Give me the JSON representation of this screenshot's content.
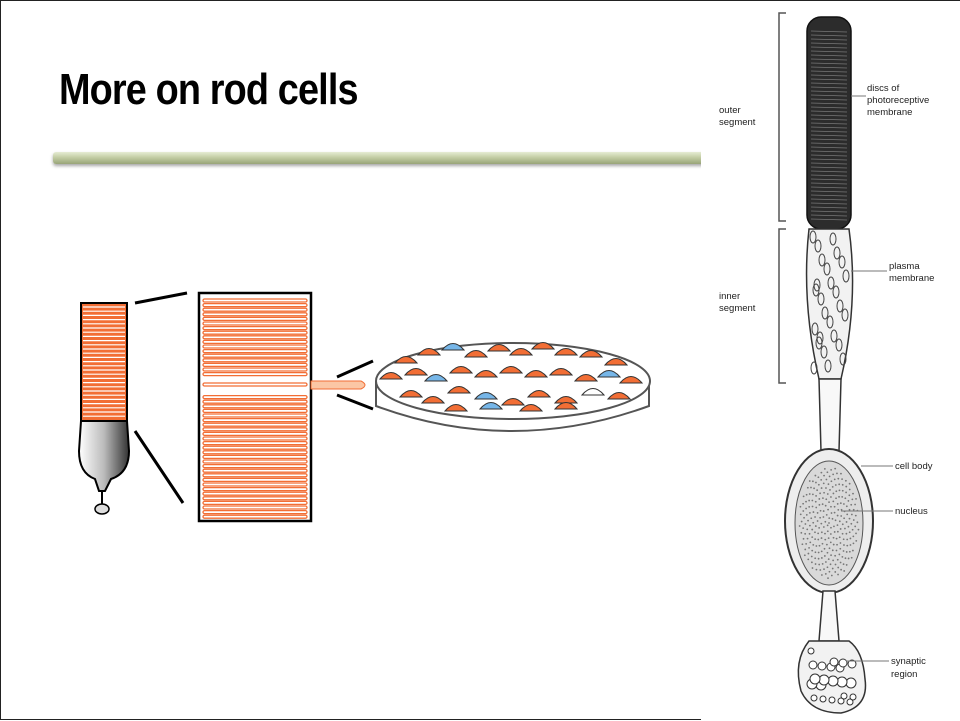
{
  "slide": {
    "title": "More on rod cells"
  },
  "labels": {
    "discs_line1": "discs of",
    "discs_line2": "photoreceptive",
    "discs_line3": "membrane",
    "outer_line1": "outer",
    "outer_line2": "segment",
    "plasma_line1": "plasma",
    "plasma_line2": "membrane",
    "inner_line1": "inner",
    "inner_line2": "segment",
    "cell_body": "cell body",
    "nucleus": "nucleus",
    "synaptic_line1": "synaptic",
    "synaptic_line2": "region"
  },
  "colors": {
    "disc_orange": "#f26e35",
    "protein_blue": "#76b6e8",
    "bar_green": "#b8c496"
  }
}
